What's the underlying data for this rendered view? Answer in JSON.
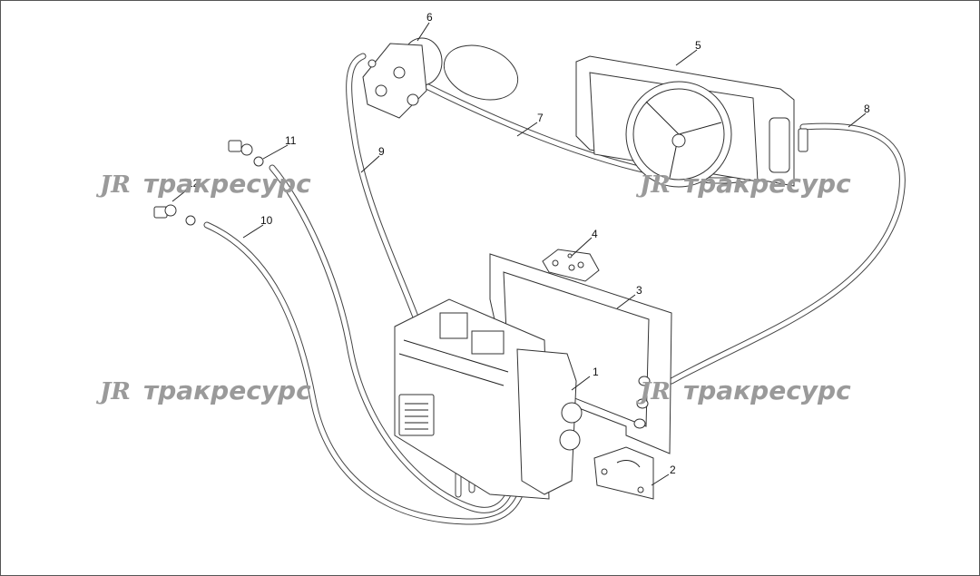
{
  "watermarks": [
    {
      "logo": "JR",
      "text": "тракресурс"
    },
    {
      "logo": "JR",
      "text": "тракресурс"
    },
    {
      "logo": "JR",
      "text": "тракресурс"
    },
    {
      "logo": "JR",
      "text": "тракресурс"
    }
  ],
  "callouts": [
    "1",
    "2",
    "3",
    "4",
    "5",
    "6",
    "7",
    "8",
    "9",
    "10",
    "11",
    "12"
  ]
}
